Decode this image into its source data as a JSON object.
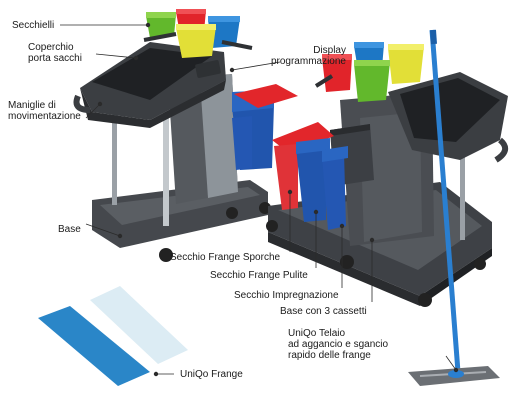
{
  "labels": {
    "secchielli": "Secchielli",
    "coperchio_line1": "Coperchio",
    "coperchio_line2": "porta sacchi",
    "display_line1": "Display",
    "display_line2": "programmazione",
    "maniglie_line1": "Maniglie di",
    "maniglie_line2": "movimentazione",
    "base": "Base",
    "secchio_frange_sporche": "Secchio Frange Sporche",
    "secchio_frange_pulite": "Secchio Frange Pulite",
    "secchio_impregnazione": "Secchio Impregnazione",
    "base_3_cassetti": "Base con 3 cassetti",
    "uniqo_frange": "UniQo Frange",
    "telaio_line1": "UniQo Telaio",
    "telaio_line2": "ad aggancio e sgancio",
    "telaio_line3": "rapido delle frange"
  },
  "colors": {
    "cart_body": "#4a4d52",
    "cart_dark": "#2f3236",
    "bucket_red": "#e3262b",
    "bucket_green": "#6cc12e",
    "bucket_yellow": "#e8e23a",
    "bucket_blue": "#1f79c7",
    "bin_blue": "#2457b3",
    "pole_blue": "#2a7fd0",
    "pad_blue": "#2a86c8",
    "pad_white": "#dcecf4"
  }
}
